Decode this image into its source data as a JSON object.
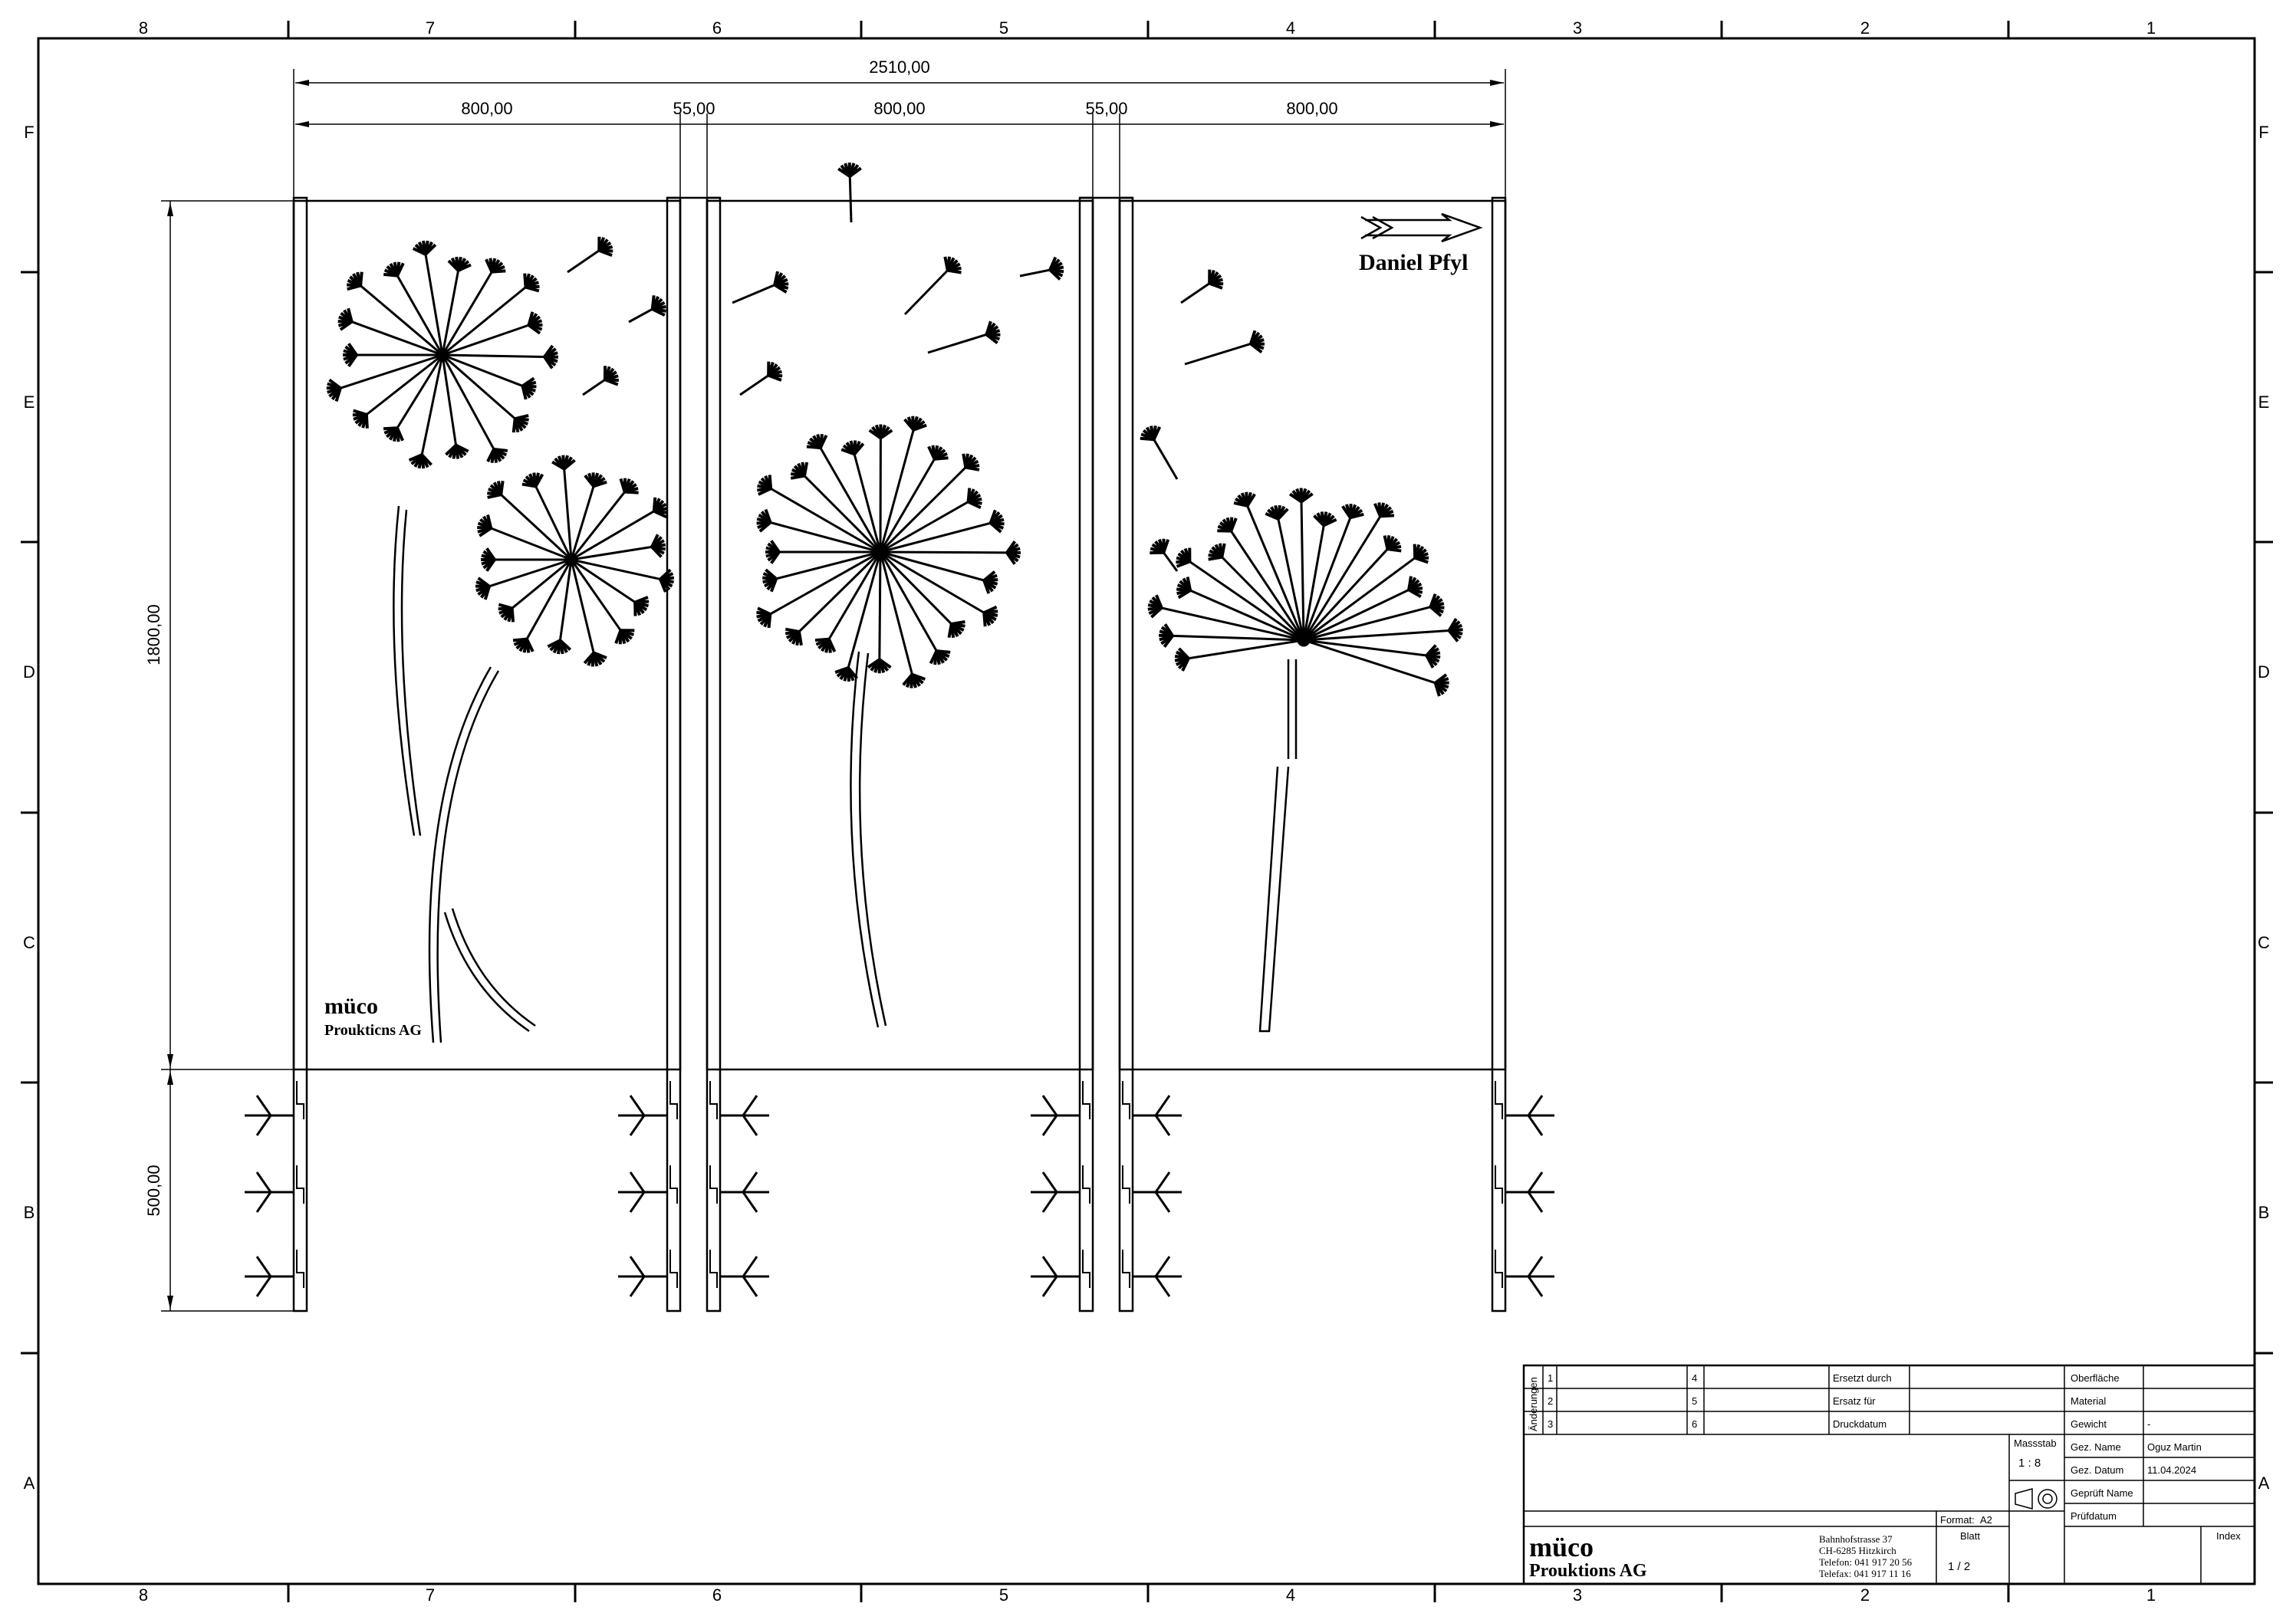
{
  "frame": {
    "columns": [
      "8",
      "7",
      "6",
      "5",
      "4",
      "3",
      "2",
      "1"
    ],
    "rows": [
      "F",
      "E",
      "D",
      "C",
      "B",
      "A"
    ]
  },
  "dimensions": {
    "overall_width": "2510,00",
    "panel_width": "800,00",
    "gap": "55,00",
    "height_panel": "1800,00",
    "height_ground": "500,00"
  },
  "engravings": {
    "panel1_logo": "müco",
    "panel1_company": "Proukticns AG",
    "panel3_name": "Daniel Pfyl"
  },
  "title_block": {
    "changes_label": "Änderungen",
    "change_numbers": [
      "1",
      "2",
      "3",
      "4",
      "5",
      "6"
    ],
    "ersetzt_durch": "Ersetzt durch",
    "ersatz_fuer": "Ersatz für",
    "druckdatum": "Druckdatum",
    "massstab_label": "Massstab",
    "massstab_value": "1 : 8",
    "format_label": "Format:",
    "format_value": "A2",
    "blatt_label": "Blatt",
    "blatt_value": "1 / 2",
    "index_label": "Index",
    "fields": [
      {
        "label": "Oberfläche",
        "value": ""
      },
      {
        "label": "Material",
        "value": ""
      },
      {
        "label": "Gewicht",
        "value": "-"
      },
      {
        "label": "Gez. Name",
        "value": "Oguz Martin"
      },
      {
        "label": "Gez. Datum",
        "value": "11.04.2024"
      },
      {
        "label": "Geprüft Name",
        "value": ""
      },
      {
        "label": "Prüfdatum",
        "value": ""
      }
    ],
    "logo_text": "müco",
    "company": "Prouktions AG",
    "address": [
      "Bahnhofstrasse 37",
      "CH-6285 Hitzkirch",
      "Telefon: 041 917 20 56",
      "Telefax: 041 917 11 16"
    ],
    "colors": {
      "logo": "#f08a1c",
      "company": "#1a3a8c"
    }
  }
}
